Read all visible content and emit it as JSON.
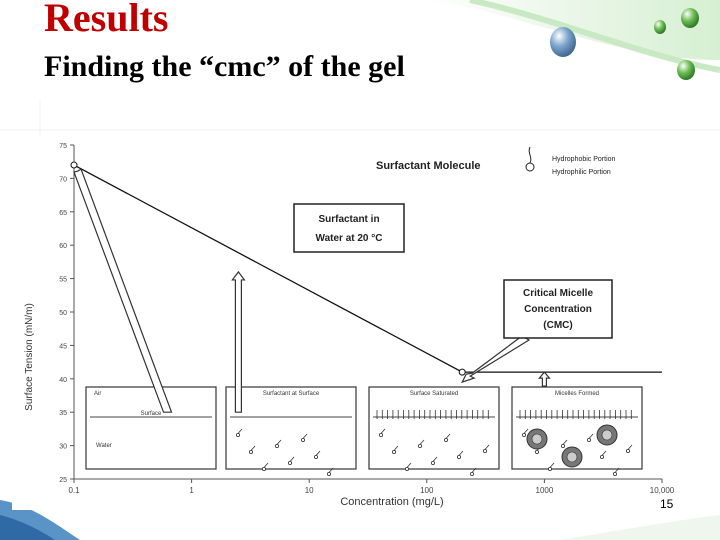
{
  "slide": {
    "title": "Results",
    "subtitle": "Finding the “cmc” of the gel",
    "page_number": "15",
    "accent_color": "#c00000"
  },
  "chart_data": {
    "type": "line",
    "xlabel": "Concentration (mg/L)",
    "ylabel": "Surface Tension (mN/m)",
    "x_scale": "log",
    "xlim": [
      0.1,
      10000
    ],
    "ylim": [
      25,
      75
    ],
    "x_ticks": [
      "0.1",
      "1",
      "10",
      "100",
      "1000",
      "10,000"
    ],
    "y_ticks": [
      "25",
      "30",
      "35",
      "40",
      "45",
      "50",
      "55",
      "60",
      "65",
      "70",
      "75"
    ],
    "series": [
      {
        "x": [
          0.1,
          200,
          10000
        ],
        "y": [
          72,
          41,
          41
        ]
      }
    ],
    "legend": {
      "title": "Surfactant Molecule",
      "items": [
        "Hydrophobic Portion",
        "Hydrophilic Portion"
      ]
    },
    "annotations": [
      {
        "lines": [
          "Surfactant in",
          "Water at 20 °C"
        ],
        "x": 2.5,
        "y": 56
      },
      {
        "lines": [
          "Critical Micelle",
          "Concentration",
          "(CMC)"
        ],
        "x": 200,
        "y": 41
      },
      {
        "lines": [],
        "x": 1000,
        "y": 41
      }
    ],
    "insets": [
      {
        "title": "Air",
        "surface": "Surface",
        "bottom": "Water"
      },
      {
        "title": "Surfactant at Surface"
      },
      {
        "title": "Surface Saturated"
      },
      {
        "title": "Micelles Formed"
      }
    ]
  }
}
